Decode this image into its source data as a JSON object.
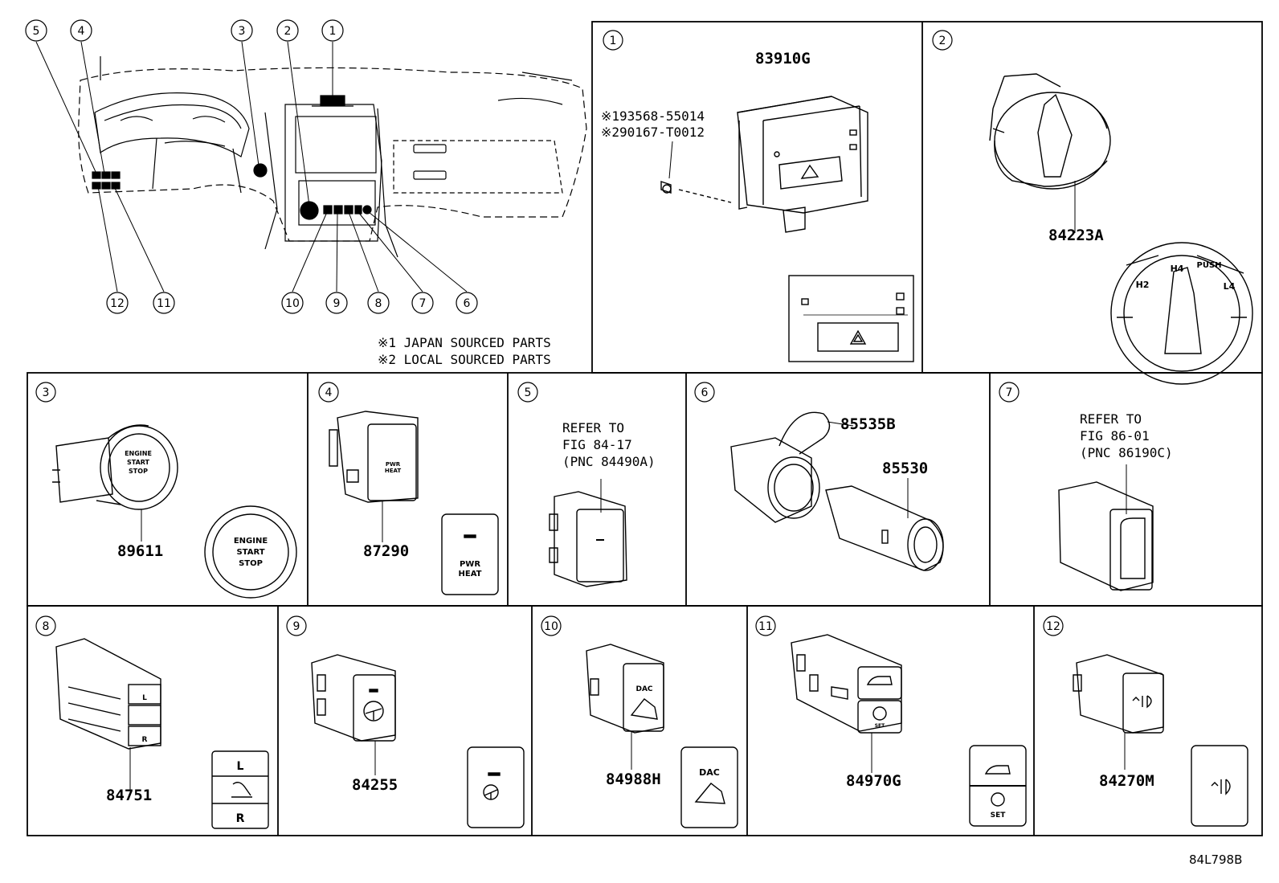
{
  "overview": {
    "callouts": [
      "1",
      "2",
      "3",
      "4",
      "5",
      "6",
      "7",
      "8",
      "9",
      "10",
      "11",
      "12"
    ],
    "notes": [
      "※1 JAPAN SOURCED PARTS",
      "※2 LOCAL SOURCED PARTS"
    ]
  },
  "panels": {
    "p1": {
      "num": "1",
      "part": "83910G",
      "sub1": "※193568-55014",
      "sub2": "※290167-T0012"
    },
    "p2": {
      "num": "2",
      "part": "84223A",
      "knob": [
        "H2",
        "H4",
        "PUSH",
        "L4"
      ]
    },
    "p3": {
      "num": "3",
      "part": "89611",
      "button": [
        "ENGINE",
        "START",
        "STOP"
      ]
    },
    "p4": {
      "num": "4",
      "part": "87290",
      "button": [
        "PWR",
        "HEAT"
      ]
    },
    "p5": {
      "num": "5",
      "ref": [
        "REFER TO",
        "FIG 84-17",
        "(PNC 84490A)"
      ]
    },
    "p6": {
      "num": "6",
      "part_a": "85535B",
      "part_b": "85530"
    },
    "p7": {
      "num": "7",
      "ref": [
        "REFER TO",
        "FIG 86-01",
        "(PNC 86190C)"
      ]
    },
    "p8": {
      "num": "8",
      "part": "84751",
      "labels": [
        "L",
        "R"
      ]
    },
    "p9": {
      "num": "9",
      "part": "84255"
    },
    "p10": {
      "num": "10",
      "part": "84988H",
      "label": "DAC"
    },
    "p11": {
      "num": "11",
      "part": "84970G",
      "label": "SET"
    },
    "p12": {
      "num": "12",
      "part": "84270M"
    }
  },
  "diagram_code": "84L798B"
}
